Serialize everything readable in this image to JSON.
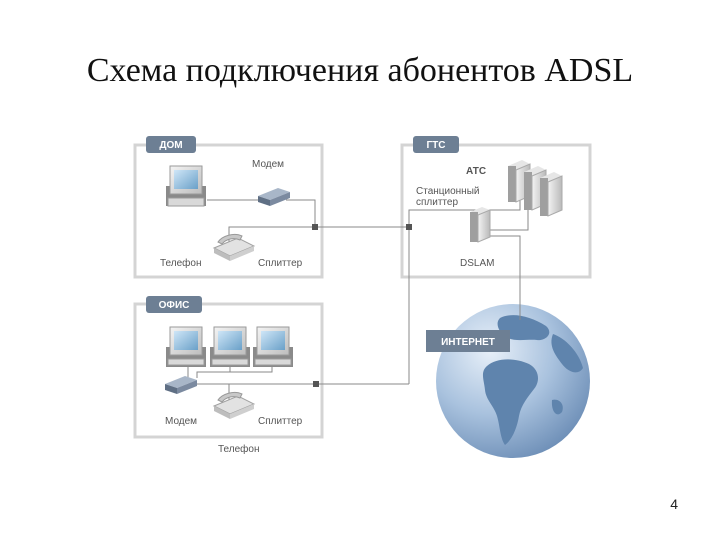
{
  "slide": {
    "title": "Схема подключения абонентов ADSL",
    "page_number": "4"
  },
  "home": {
    "tag": "ДОМ",
    "modem": "Модем",
    "phone": "Телефон",
    "splitter": "Сплиттер"
  },
  "gts": {
    "tag": "ГТС",
    "ats": "АТС",
    "station_splitter_1": "Станционный",
    "station_splitter_2": "сплиттер",
    "dslam": "DSLAM"
  },
  "office": {
    "tag": "ОФИС",
    "modem": "Модем",
    "splitter": "Сплиттер",
    "phone": "Телефон"
  },
  "internet": {
    "tag": "ИНТЕРНЕТ"
  },
  "colors": {
    "tag_bg": "#6d7f94",
    "box_border": "#d4d4d4",
    "line": "#8a8a8a",
    "globe": "#8fb0d4",
    "land": "#5f84ad"
  },
  "icons": [
    "computer-icon",
    "modem-icon",
    "telephone-icon",
    "server-icon",
    "globe-icon"
  ]
}
